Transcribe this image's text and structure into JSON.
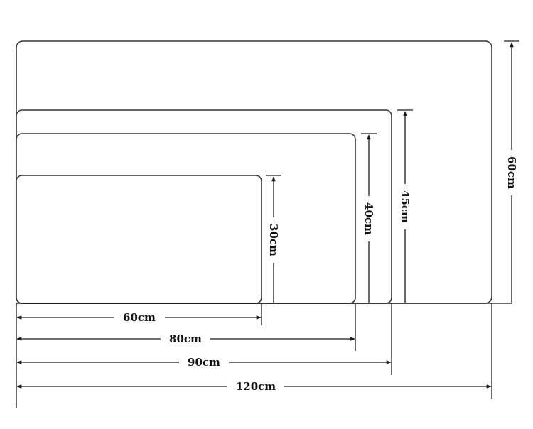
{
  "colors": {
    "outline": "#333333",
    "dimension_line": "#1a1a1a",
    "text": "#111111",
    "background": "#ffffff"
  },
  "mats": [
    {
      "id": "mat-120x60",
      "width_label": "120cm",
      "height_label": "60cm"
    },
    {
      "id": "mat-90x45",
      "width_label": "90cm",
      "height_label": "45cm"
    },
    {
      "id": "mat-80x40",
      "width_label": "80cm",
      "height_label": "40cm"
    },
    {
      "id": "mat-60x30",
      "width_label": "60cm",
      "height_label": "30cm"
    }
  ]
}
